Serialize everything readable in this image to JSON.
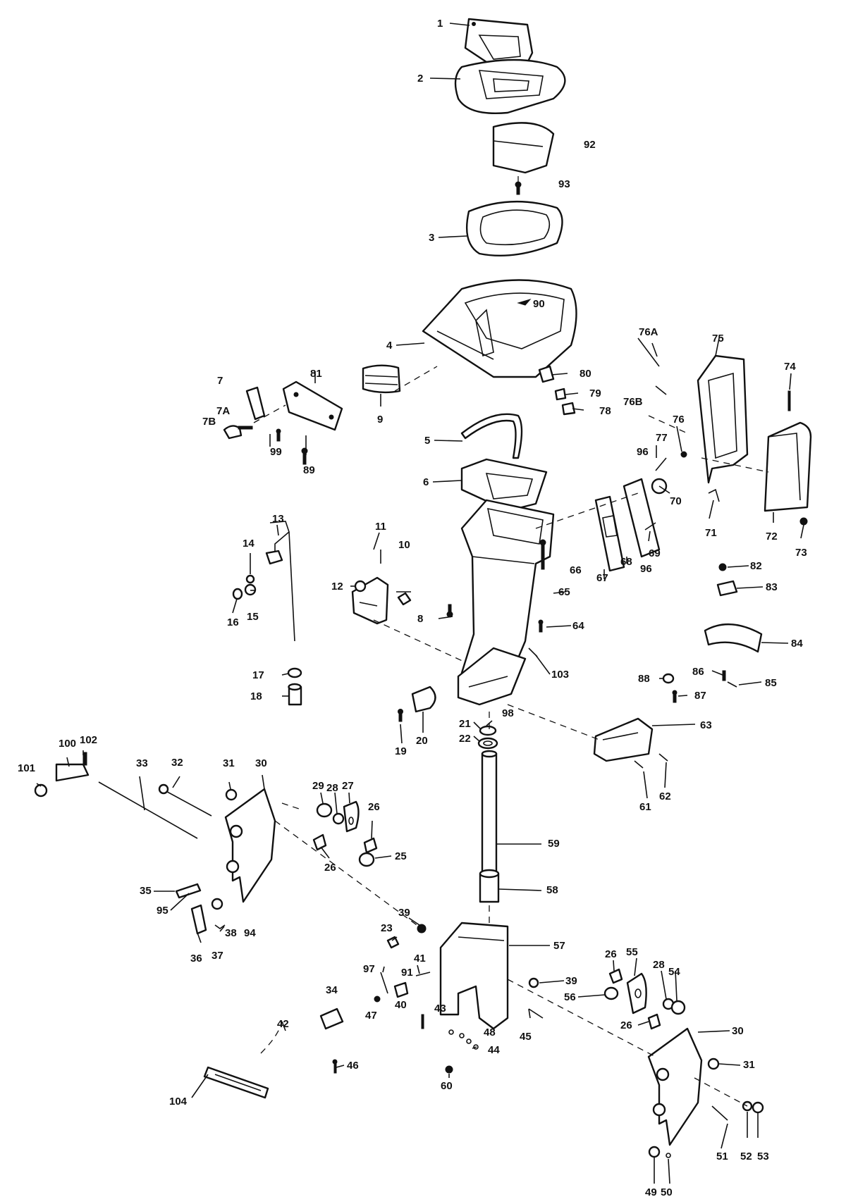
{
  "labels": {
    "p1": "1",
    "p2": "2",
    "p3": "3",
    "p4": "4",
    "p5": "5",
    "p6": "6",
    "p7": "7",
    "p7A": "7A",
    "p7B": "7B",
    "p8": "8",
    "p9": "9",
    "p10": "10",
    "p11": "11",
    "p12": "12",
    "p13": "13",
    "p14": "14",
    "p15": "15",
    "p16": "16",
    "p17": "17",
    "p18": "18",
    "p19": "19",
    "p20": "20",
    "p21": "21",
    "p22": "22",
    "p23": "23",
    "p25": "25",
    "p26a": "26",
    "p26b": "26",
    "p26c": "26",
    "p26d": "26",
    "p27": "27",
    "p28a": "28",
    "p28b": "28",
    "p29": "29",
    "p30a": "30",
    "p30b": "30",
    "p31a": "31",
    "p31b": "31",
    "p32": "32",
    "p33": "33",
    "p34": "34",
    "p35": "35",
    "p36": "36",
    "p37": "37",
    "p38": "38",
    "p39a": "39",
    "p39b": "39",
    "p40": "40",
    "p41": "41",
    "p42": "42",
    "p43": "43",
    "p44": "44",
    "p45": "45",
    "p46": "46",
    "p47": "47",
    "p48": "48",
    "p49": "49",
    "p50": "50",
    "p51": "51",
    "p52": "52",
    "p53": "53",
    "p54": "54",
    "p55": "55",
    "p56": "56",
    "p57": "57",
    "p58": "58",
    "p59": "59",
    "p60": "60",
    "p61": "61",
    "p62": "62",
    "p63": "63",
    "p64": "64",
    "p65": "65",
    "p66": "66",
    "p67": "67",
    "p68": "68",
    "p69": "69",
    "p70": "70",
    "p71": "71",
    "p72": "72",
    "p73": "73",
    "p74": "74",
    "p75": "75",
    "p76": "76",
    "p76A": "76A",
    "p76B": "76B",
    "p77": "77",
    "p78": "78",
    "p79": "79",
    "p80": "80",
    "p81": "81",
    "p82": "82",
    "p83": "83",
    "p84": "84",
    "p85": "85",
    "p86": "86",
    "p87": "87",
    "p88": "88",
    "p89": "89",
    "p90": "90",
    "p91": "91",
    "p92": "92",
    "p93": "93",
    "p94": "94",
    "p95": "95",
    "p96a": "96",
    "p96b": "96",
    "p97": "97",
    "p98": "98",
    "p99": "99",
    "p100": "100",
    "p101": "101",
    "p102": "102",
    "p103": "103",
    "p104": "104"
  }
}
